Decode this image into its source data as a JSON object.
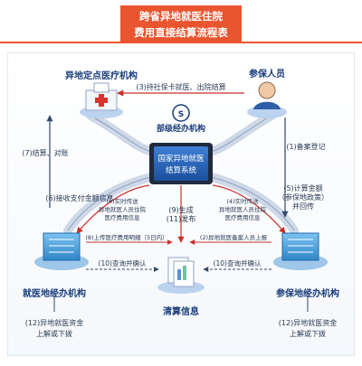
{
  "banner": {
    "line1": "跨省异地就医住院",
    "line2": "费用直接结算流程表"
  },
  "nodes": {
    "hospital": "异地定点医疗机构",
    "insured": "参保人员",
    "ministry": "部级经办机构",
    "system_line1": "国家异地就医",
    "system_line2": "结算系统",
    "agency_left": "就医地经办机构",
    "agency_right": "参保地经办机构",
    "clearing": "清算信息"
  },
  "steps": {
    "s1": "(1)备案登记",
    "s3": "(3)持社保卡就医、出院结算",
    "s4_left_l1": "(4)实时传送",
    "s4_left_l2": "异地就医人员住院",
    "s4_left_l3": "医疗费用信息",
    "s4_right_l1": "(4)实时传送",
    "s4_right_l2": "异地就医人员住院",
    "s4_right_l3": "医疗费用信息",
    "s5_l1": "(5)计算金额",
    "s5_l2": "（参保地政策）",
    "s5_l3": "并回传",
    "s6": "(6)接收支付金额信息",
    "s7_l1": "(7)结算、对账",
    "s8": "(8)上传医疗费用明细（5日内）",
    "s2": "(2)异地就医备案人员上报",
    "s9_l1": "(9)生成",
    "s9_l2": "(11)发布",
    "s10_left": "(10)查询并确认",
    "s10_right": "(10)查询并确认",
    "s12_left_l1": "(12)异地就医资金",
    "s12_left_l2": "上解或下拨",
    "s12_right_l1": "(12)异地就医资金",
    "s12_right_l2": "上解或下拨"
  },
  "colors": {
    "accent": "#e9552e",
    "navy": "#1a3d7c",
    "arrow_red": "#c9302c",
    "road": "#cfd8e6"
  },
  "icons": {
    "hospital": "hospital-building-icon",
    "insured": "person-avatar-icon",
    "ministry": "social-security-logo-icon",
    "system": "server-monitor-icon",
    "agency_left": "office-building-icon",
    "agency_right": "office-building-icon",
    "clearing": "documents-icon"
  }
}
